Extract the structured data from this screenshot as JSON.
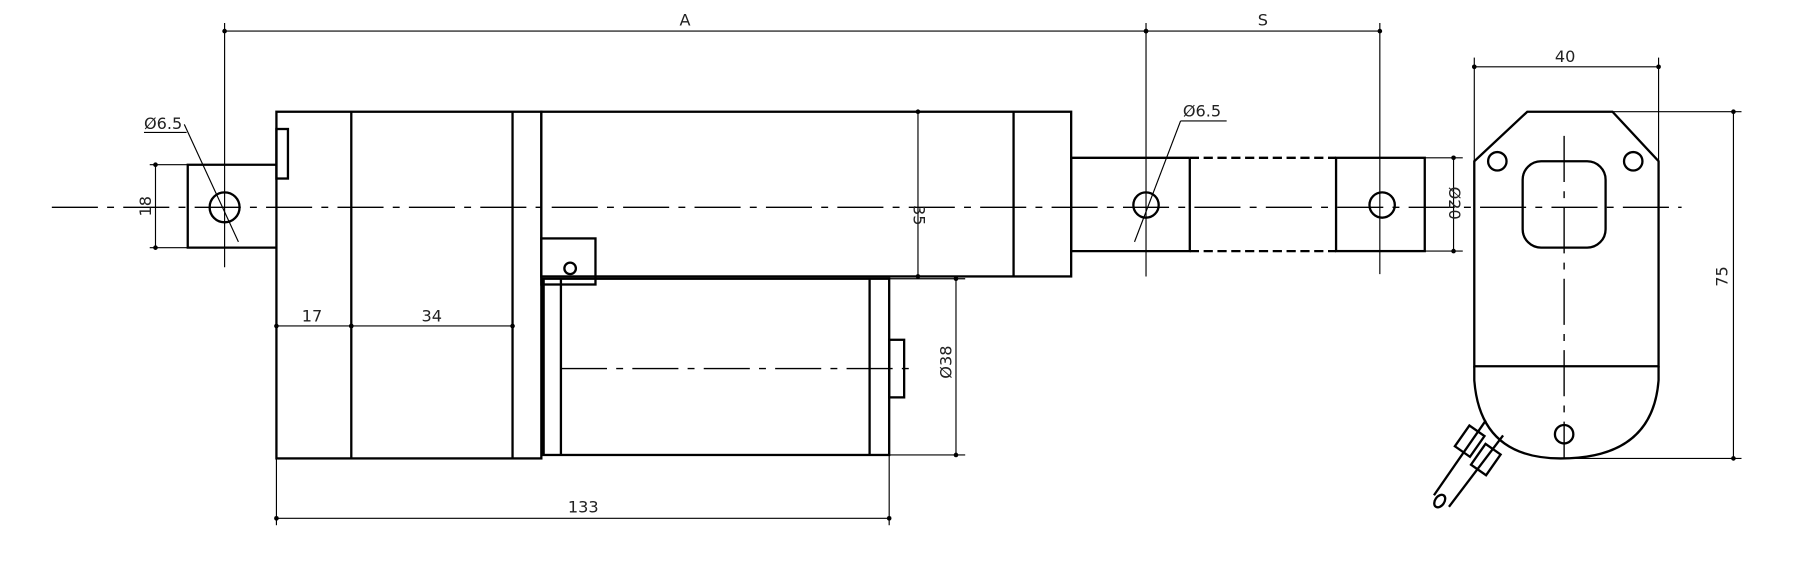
{
  "drawing": {
    "title": "Linear actuator dimension drawing",
    "dimensions": {
      "stroke_total": "A",
      "stroke": "S",
      "rear_hole": "Ø6.5",
      "front_hole": "Ø6.5",
      "clevis_width": "18",
      "tube_height": "35",
      "rod_diameter": "Ø20",
      "motor_diameter": "Ø38",
      "gear_section_1": "17",
      "gear_section_2": "34",
      "body_length": "133",
      "end_width": "40",
      "end_height": "75"
    },
    "line_color": "#000000"
  }
}
